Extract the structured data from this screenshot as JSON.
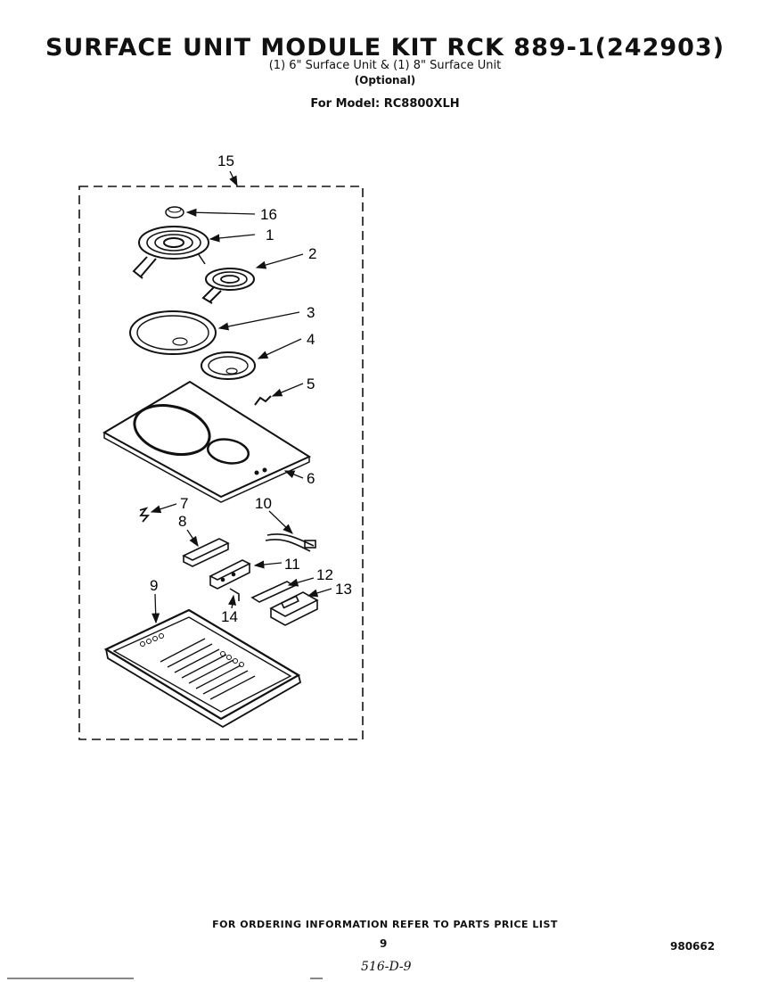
{
  "header": {
    "title": "SURFACE UNIT MODULE KIT RCK 889-1(242903)",
    "subtitle": "(1) 6\" Surface Unit & (1) 8\" Surface Unit",
    "optional": "(Optional)",
    "model": "For Model: RC8800XLH"
  },
  "callouts": {
    "c1": "1",
    "c2": "2",
    "c3": "3",
    "c4": "4",
    "c5": "5",
    "c6": "6",
    "c7": "7",
    "c8": "8",
    "c9": "9",
    "c10": "10",
    "c11": "11",
    "c12": "12",
    "c13": "13",
    "c14": "14",
    "c15": "15",
    "c16": "16"
  },
  "footer": {
    "note": "FOR ORDERING INFORMATION REFER TO PARTS PRICE LIST",
    "page": "9",
    "doc_number": "980662",
    "handwritten": "516-D-9"
  }
}
